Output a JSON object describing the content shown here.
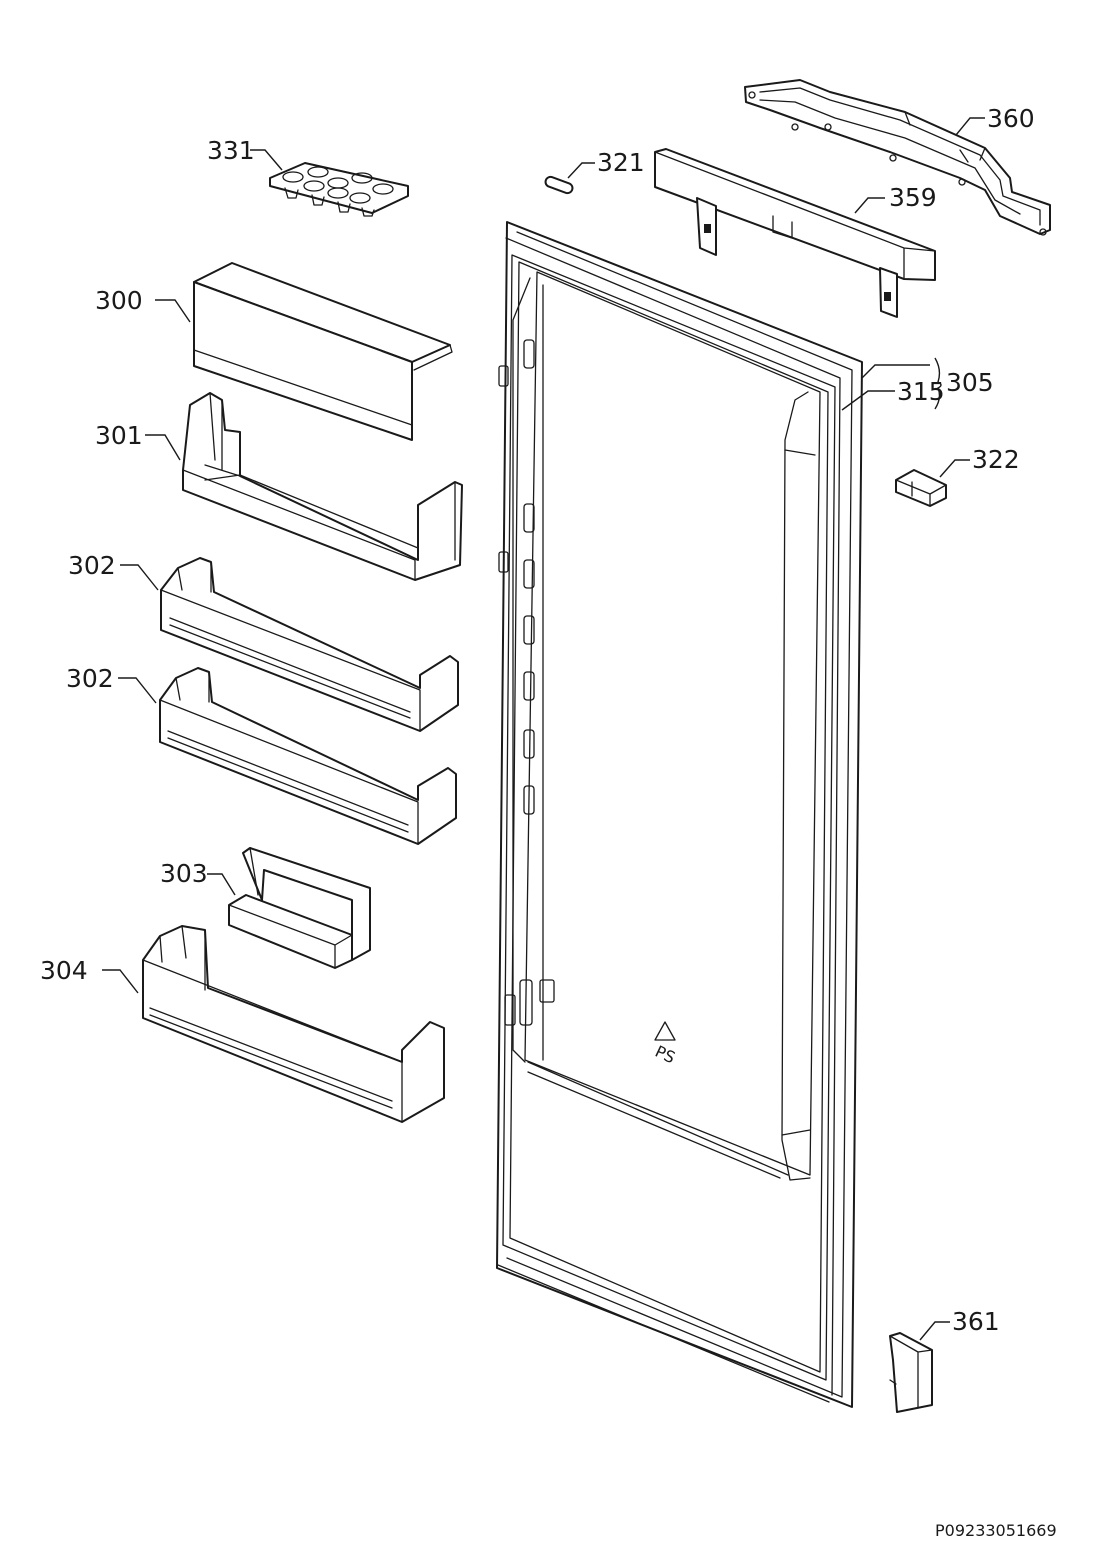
{
  "callouts": {
    "c300": "300",
    "c301": "301",
    "c302a": "302",
    "c302b": "302",
    "c303": "303",
    "c304": "304",
    "c305": "305",
    "c315": "315",
    "c321": "321",
    "c322": "322",
    "c331": "331",
    "c359": "359",
    "c360": "360",
    "c361": "361"
  },
  "recycle_mark": "PS",
  "drawing_code": "P09233051669"
}
